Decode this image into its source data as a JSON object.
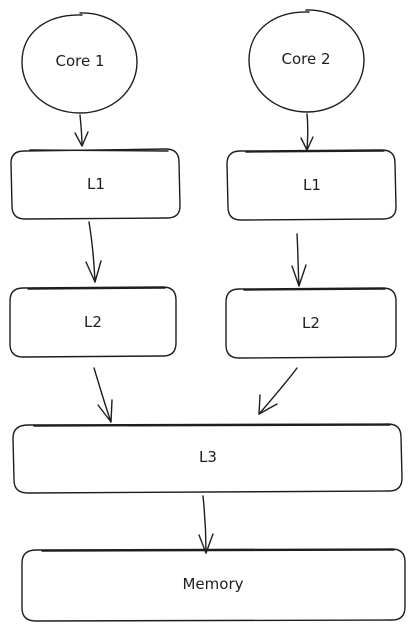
{
  "nodes": {
    "core1": "Core 1",
    "core2": "Core 2",
    "l1_left": "L1",
    "l1_right": "L1",
    "l2_left": "L2",
    "l2_right": "L2",
    "l3": "L3",
    "memory": "Memory"
  },
  "colors": {
    "stroke": "#1e1e1e",
    "background": "#ffffff"
  }
}
